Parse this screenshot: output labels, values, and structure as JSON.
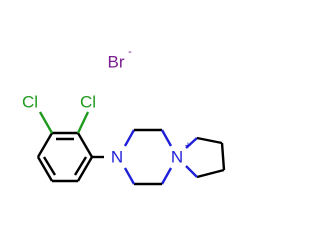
{
  "structure": {
    "counterion": {
      "symbol": "Br",
      "charge": "-",
      "color": "#7a1e8f"
    },
    "chlorine_1": {
      "symbol": "Cl",
      "color": "#1f9b1f"
    },
    "chlorine_2": {
      "symbol": "Cl",
      "color": "#1f9b1f"
    },
    "nitrogen_piperazine": {
      "symbol": "N",
      "color": "#2020d8"
    },
    "nitrogen_quaternary": {
      "symbol": "N",
      "charge": "+",
      "color": "#2020d8"
    }
  }
}
